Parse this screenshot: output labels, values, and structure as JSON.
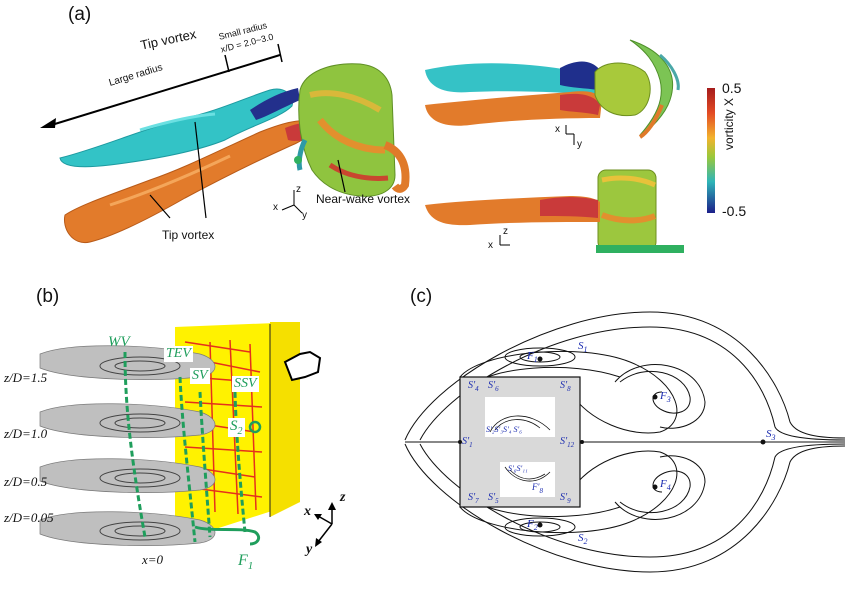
{
  "panel_a": {
    "label": "(a)",
    "tip_vortex_top": "Tip vortex",
    "small_radius_1": "Small radius",
    "small_radius_2": "x/D = 2.0~3.0",
    "large_radius": "Large radius",
    "tip_vortex_bottom": "Tip vortex",
    "near_wake": "Near-wake vortex",
    "axis_x": "x",
    "axis_y": "y",
    "axis_z": "z",
    "axis2_x": "x",
    "axis2_y": "y",
    "axis3_x": "x",
    "axis3_z": "z",
    "colorbar": {
      "max": "0.5",
      "min": "-0.5",
      "title": "vorticity X"
    },
    "colors": {
      "teal": "#2fc4c4",
      "orange": "#e07a2a",
      "green": "#8cc63f",
      "navy": "#1c2a8a"
    }
  },
  "panel_b": {
    "label": "(b)",
    "levels": [
      "z/D=1.5",
      "z/D=1.0",
      "z/D=0.5",
      "z/D=0.05"
    ],
    "wv": "WV",
    "tev": "TEV",
    "sv": "SV",
    "ssv": "SSV",
    "s2_main": "S",
    "s2_sub": "2",
    "x0": "x=0",
    "f1_main": "F",
    "f1_sub": "1",
    "axis_x": "x",
    "axis_y": "y",
    "axis_z": "z",
    "colors": {
      "green": "#1f9e5c",
      "yellow": "#fff200"
    }
  },
  "panel_c": {
    "label": "(c)",
    "s1": "S",
    "s1_sub": "1",
    "s2": "S",
    "s2_sub": "2",
    "s3": "S",
    "s3_sub": "3",
    "f1": "F",
    "f1_sub": "1",
    "f2": "F",
    "f2_sub": "2",
    "f3": "F",
    "f3_sub": "3",
    "f4": "F",
    "f4_sub": "4",
    "sp1": "S'",
    "sp1_sub": "1",
    "sp4": "S'",
    "sp4_sub": "4",
    "sp6": "S'",
    "sp6_sub": "6",
    "sp8": "S'",
    "sp8_sub": "8",
    "sp7": "S'",
    "sp7_sub": "7",
    "sp9": "S'",
    "sp9_sub": "9",
    "sp5": "S'",
    "sp5_sub": "5",
    "sp12": "S'",
    "sp12_sub": "12",
    "inset_top": "S'₂S'₃S'₄ S'₆",
    "inset_bottom": "S'₆S'₁₁",
    "fp": "F'",
    "fp_sub": "8",
    "color_label": "#1a2bb0"
  }
}
